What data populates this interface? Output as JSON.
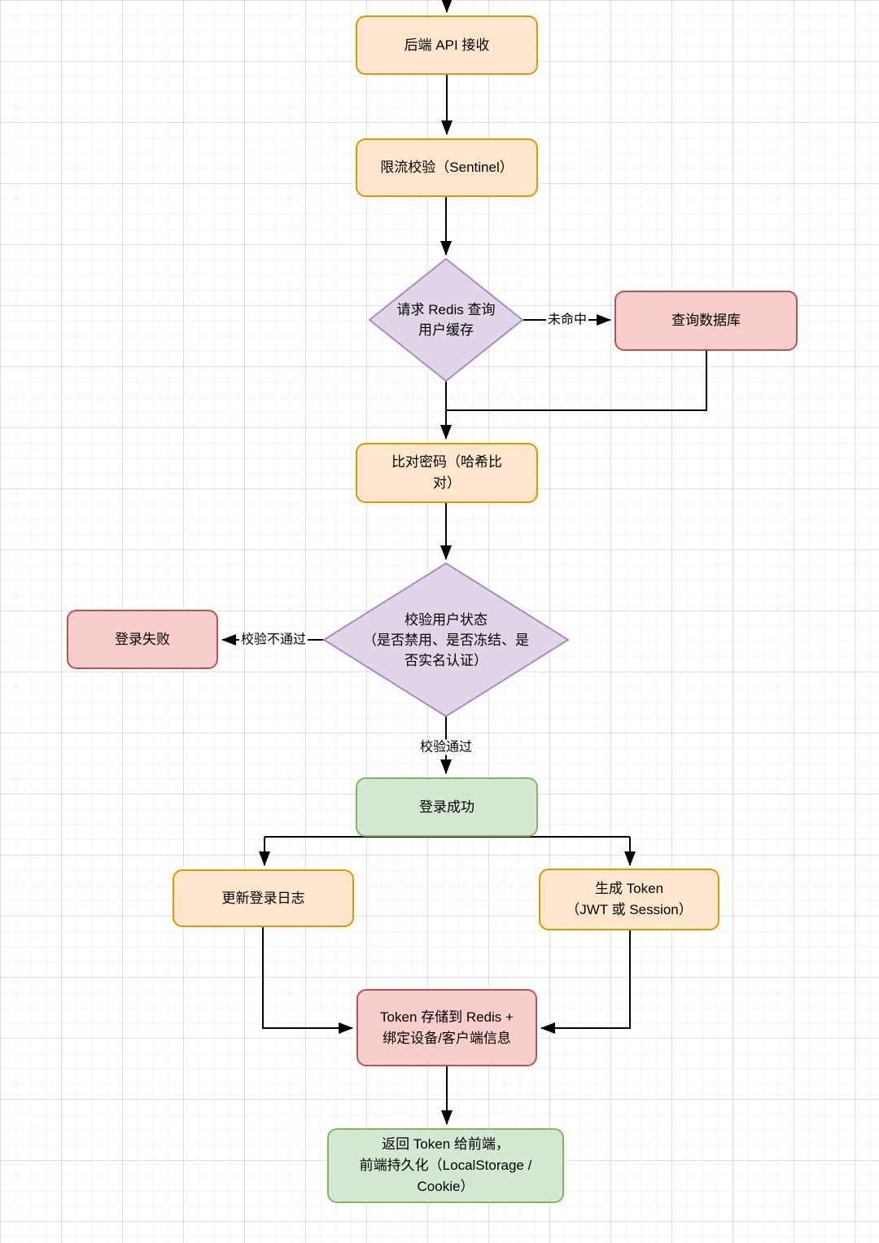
{
  "diagram": {
    "type": "flowchart",
    "colors": {
      "orange_fill": "#FFE6CC",
      "orange_border": "#D79B00",
      "red_fill": "#F8CECC",
      "red_border": "#B85450",
      "purple_fill": "#E1D5E7",
      "purple_border": "#A98BC4",
      "green_fill": "#D5E8D4",
      "green_border": "#82B366",
      "line": "#000000"
    },
    "nodes": {
      "backend_api": "后端 API 接收",
      "rate_limit": "限流校验（Sentinel）",
      "redis_lookup": "请求 Redis 查询\n用户缓存",
      "query_db": "查询数据库",
      "compare_password": "比对密码（哈希比\n对）",
      "check_status": "校验用户状态\n（是否禁用、是否冻结、是\n否实名认证）",
      "login_fail": "登录失败",
      "login_success": "登录成功",
      "update_log": "更新登录日志",
      "generate_token": "生成 Token\n（JWT 或 Session）",
      "store_token": "Token 存储到 Redis +\n绑定设备/客户端信息",
      "return_token": "返回 Token 给前端，\n前端持久化（LocalStorage /\nCookie）"
    },
    "edge_labels": {
      "cache_miss": "未命中",
      "check_fail": "校验不通过",
      "check_pass": "校验通过"
    }
  }
}
